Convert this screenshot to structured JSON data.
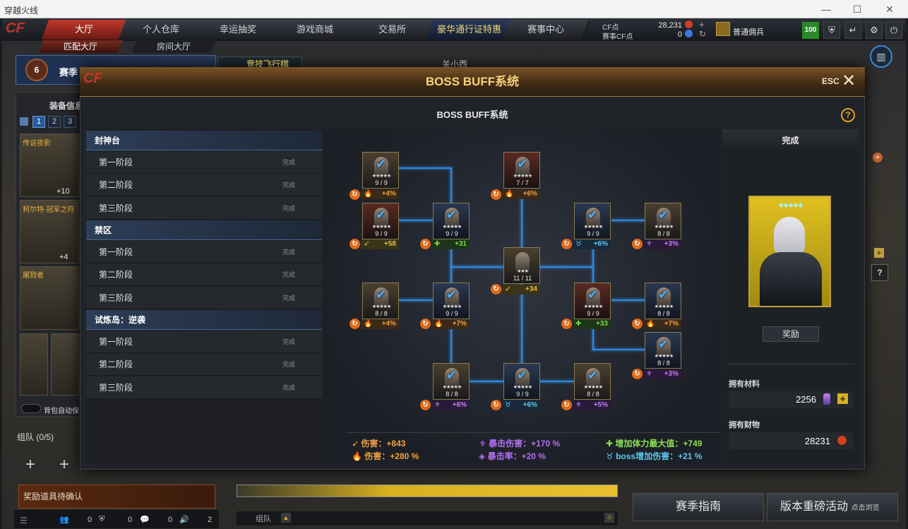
{
  "window": {
    "title": "穿越火线",
    "minimize": "—",
    "maximize": "☐",
    "close": "✕"
  },
  "nav": {
    "logo": "CF",
    "tabs": [
      {
        "label": "大厅",
        "active": true
      },
      {
        "label": "个人仓库"
      },
      {
        "label": "幸运抽奖"
      },
      {
        "label": "游戏商城"
      },
      {
        "label": "交易所"
      },
      {
        "label": "豪华通行证特惠",
        "gold": true
      },
      {
        "label": "赛事中心"
      }
    ],
    "subtabs": [
      {
        "label": "匹配大厅",
        "active": true
      },
      {
        "label": "房间大厅"
      }
    ],
    "currency": {
      "cf_label": "CF点",
      "cf_value": "28,231",
      "event_label": "赛事CF点",
      "event_value": "0"
    },
    "player_name": "普通佣兵",
    "level_badge": "100"
  },
  "behind": {
    "season_level": "6",
    "season_text": "赛季",
    "race_text": "竞技飞行棋",
    "player_text": "关小西",
    "equip_header": "装备信息",
    "page_tabs": [
      "1",
      "2",
      "3"
    ],
    "item1_name": "传说夜影",
    "item1_bonus": "+10",
    "item2_name": "柯尔特-冠军之符",
    "item2_bonus": "+4",
    "item3_name": "屠戮者",
    "auto_text": "背包自动保",
    "team_text": "组队 (0/5)"
  },
  "modal": {
    "title": "BOSS BUFF系统",
    "esc": "ESC",
    "subtitle": "BOSS BUFF系统",
    "help": "?",
    "sections": [
      {
        "name": "封神台",
        "stages": [
          {
            "label": "第一阶段",
            "status": "完成"
          },
          {
            "label": "第二阶段",
            "status": "完成"
          },
          {
            "label": "第三阶段",
            "status": "完成"
          }
        ]
      },
      {
        "name": "禁区",
        "stages": [
          {
            "label": "第一阶段",
            "status": "完成"
          },
          {
            "label": "第二阶段",
            "status": "完成"
          },
          {
            "label": "第三阶段",
            "status": "完成"
          }
        ]
      },
      {
        "name": "试炼岛：逆袭",
        "stages": [
          {
            "label": "第一阶段",
            "status": "完成"
          },
          {
            "label": "第二阶段",
            "status": "完成"
          },
          {
            "label": "第三阶段",
            "status": "完成"
          }
        ]
      }
    ],
    "nodes": [
      {
        "count": "9 / 9",
        "stars": "★★★★★",
        "bonus": "+4%",
        "kind": "orange"
      },
      {
        "count": "7 / 7",
        "stars": "★★★★★",
        "bonus": "+6%",
        "kind": "orange"
      },
      {
        "count": "9 / 9",
        "stars": "★★★★★",
        "bonus": "+58",
        "kind": "gold"
      },
      {
        "count": "9 / 9",
        "stars": "★★★★★",
        "bonus": "+31",
        "kind": "green"
      },
      {
        "count": "9 / 9",
        "stars": "★★★★★",
        "bonus": "+6%",
        "kind": "blue"
      },
      {
        "count": "8 / 8",
        "stars": "★★★★★",
        "bonus": "+3%",
        "kind": "purple"
      },
      {
        "count": "11 / 11",
        "stars": "★★★",
        "bonus": "+34",
        "kind": "gold"
      },
      {
        "count": "8 / 8",
        "stars": "★★★★★",
        "bonus": "+4%",
        "kind": "orange"
      },
      {
        "count": "9 / 9",
        "stars": "★★★★★",
        "bonus": "+7%",
        "kind": "orange"
      },
      {
        "count": "9 / 9",
        "stars": "★★★★★",
        "bonus": "+33",
        "kind": "green"
      },
      {
        "count": "8 / 8",
        "stars": "★★★★★",
        "bonus": "+7%",
        "kind": "orange"
      },
      {
        "count": "8 / 8",
        "stars": "★★★★★",
        "bonus": "+3%",
        "kind": "purple"
      },
      {
        "count": "8 / 8",
        "stars": "★★★★★",
        "bonus": "+6%",
        "kind": "purple"
      },
      {
        "count": "9 / 9",
        "stars": "★★★★★",
        "bonus": "+6%",
        "kind": "blue"
      },
      {
        "count": "8 / 8",
        "stars": "★★★★★",
        "bonus": "+5%",
        "kind": "purple"
      }
    ],
    "stats": [
      {
        "text": "伤害：+843",
        "kind": "orange"
      },
      {
        "text": "伤害：+280 %",
        "kind": "orange"
      },
      {
        "text": "暴击伤害：+170 %",
        "kind": "purple"
      },
      {
        "text": "暴击率：+20 %",
        "kind": "purple"
      },
      {
        "text": "增加体力最大值：+749",
        "kind": "green"
      },
      {
        "text": "boss增加伤害：+21 %",
        "kind": "blue"
      }
    ],
    "right": {
      "done": "完成",
      "card_stars": "◆◆◆◆◆",
      "reward_btn": "奖励",
      "materials_label": "拥有材料",
      "materials_value": "2256",
      "wealth_label": "拥有财物",
      "wealth_value": "28231"
    }
  },
  "bottom": {
    "confirm": "奖励道具待确认",
    "counts": [
      "0",
      "0",
      "0",
      "2"
    ],
    "team": "组队",
    "guide_btn": "赛季指南",
    "event_btn": "版本重磅活动",
    "event_sub": "点击浏览"
  },
  "colors": {
    "accent": "#f5d27a",
    "tree_line": "#2a8ae8",
    "section_header": "#2d3e58"
  }
}
